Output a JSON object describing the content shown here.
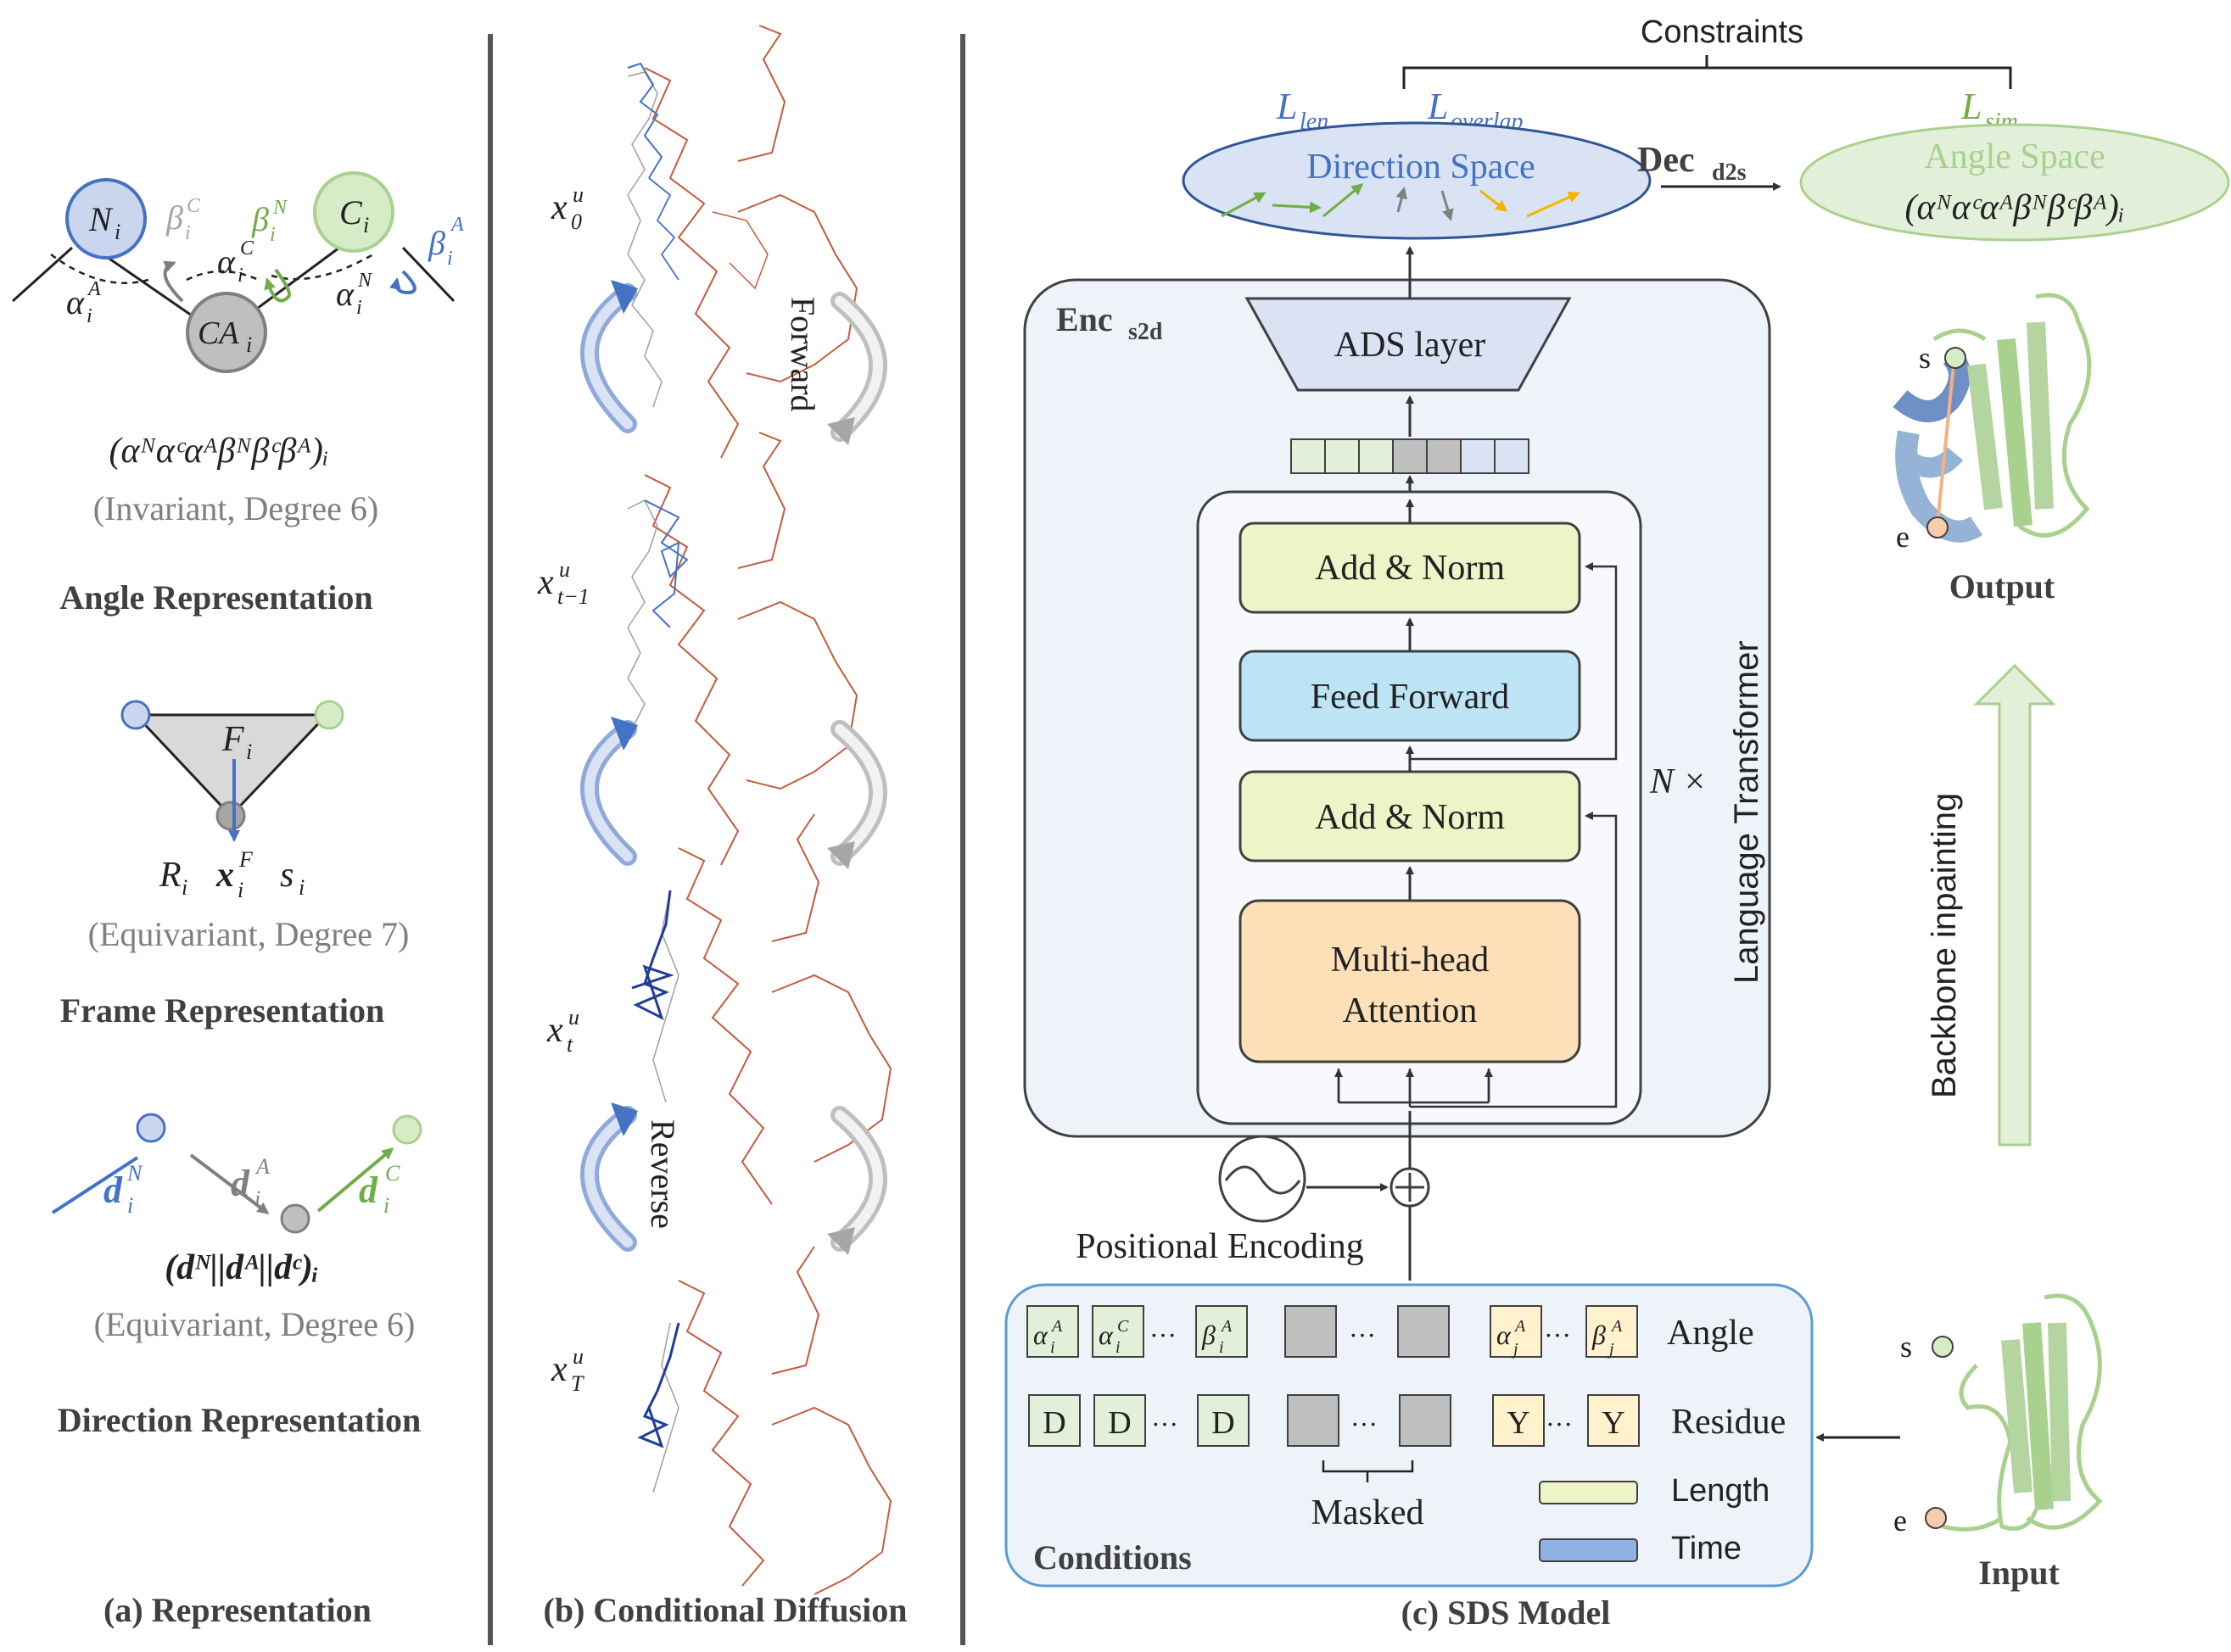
{
  "panel_a": {
    "angle": {
      "node_n": "N",
      "node_n_sub": "i",
      "node_c": "C",
      "node_c_sub": "i",
      "node_ca": "CA",
      "node_ca_sub": "i",
      "beta_c": "β",
      "beta_n": "β",
      "beta_a": "β",
      "alpha_c": "α",
      "alpha_a": "α",
      "alpha_n": "α",
      "formula": "(α",
      "formula_full": "(αᴺαᶜαᴬβᴺβᶜβᴬ)ᵢ",
      "note": "(Invariant, Degree 6)",
      "title": "Angle Representation"
    },
    "frame": {
      "f": "F",
      "r": "R",
      "x": "x",
      "s": "s",
      "note": "(Equivariant, Degree 7)",
      "title": "Frame Representation"
    },
    "direction": {
      "dn": "d",
      "da": "d",
      "dc": "d",
      "formula": "(dᴺ||dᴬ||dᶜ)ᵢ",
      "note": "(Equivariant, Degree 6)",
      "title": "Direction Representation"
    },
    "caption": "(a) Representation"
  },
  "panel_b": {
    "labels": [
      "x",
      "x",
      "x",
      "x"
    ],
    "subs": [
      "0",
      "t−1",
      "t",
      "T"
    ],
    "sup": "u",
    "forward": "Forward",
    "reverse": "Reverse",
    "caption": "(b) Conditional Diffusion"
  },
  "panel_c": {
    "constraints": "Constraints",
    "l_len": "L",
    "l_len_sub": "len",
    "l_overlap": "L",
    "l_overlap_sub": "overlap",
    "l_sim": "L",
    "l_sim_sub": "sim",
    "direction_space": "Direction Space",
    "angle_space": "Angle Space",
    "angle_formula": "(αᴺαᶜαᴬβᴺβᶜβᴬ)ᵢ",
    "dec": "Dec",
    "dec_sub": "d2s",
    "enc": "Enc",
    "enc_sub": "s2d",
    "ads": "ADS layer",
    "add_norm_top": "Add & Norm",
    "feed_forward": "Feed Forward",
    "add_norm_bottom": "Add & Norm",
    "mha_line1": "Multi-head",
    "mha_line2": "Attention",
    "n_times": "N ×",
    "language_transformer": "Language Transformer",
    "positional_encoding": "Positional Encoding",
    "conditions": "Conditions",
    "angle_label": "Angle",
    "residue_label": "Residue",
    "masked": "Masked",
    "legend_length": "Length",
    "legend_time": "Time",
    "tok_d": "D",
    "tok_y": "Y",
    "dots": "···",
    "output": "Output",
    "input": "Input",
    "backbone_inpainting": "Backbone inpainting",
    "s": "s",
    "e": "e",
    "caption": "(c) SDS Model"
  },
  "colors": {
    "blue": "#4472c4",
    "green": "#70ad47",
    "gray": "#7f7f7f",
    "orange": "#f4b400",
    "addnorm": "#eef3c8",
    "feedforward": "#bde4f4",
    "attention": "#fde0b8",
    "panel_bg": "#eef3f9"
  }
}
